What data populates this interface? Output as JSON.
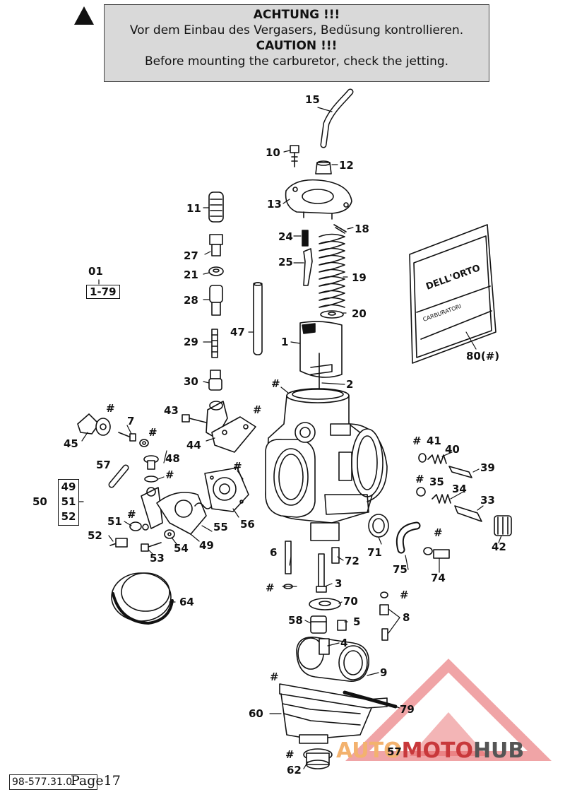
{
  "notice": {
    "de_title": "ACHTUNG !!!",
    "de_text": "Vor dem Einbau des Vergasers, Bedüsung kontrollieren.",
    "en_title": "CAUTION !!!",
    "en_text": "Before mounting the carburetor, check the jetting."
  },
  "labels": {
    "p15": "15",
    "p10": "10",
    "p12": "12",
    "p13": "13",
    "p11": "11",
    "p18": "18",
    "p24": "24",
    "p25": "25",
    "p19": "19",
    "p27": "27",
    "p21": "21",
    "p01": "01",
    "p1_79": "1-79",
    "p28": "28",
    "p20": "20",
    "p47": "47",
    "p1": "1",
    "p29": "29",
    "p80": "80(#)",
    "p30": "30",
    "p2": "2",
    "hash_2": "#",
    "p43": "43",
    "hash_44": "#",
    "p7": "7",
    "hash_7": "#",
    "hash_7b": "#",
    "p45": "45",
    "p44": "44",
    "hash_41": "#",
    "p41": "41",
    "p40": "40",
    "p39": "39",
    "p57": "57",
    "p48": "48",
    "hash_48": "#",
    "hash_56": "#",
    "p35": "35",
    "hash_35": "#",
    "p34": "34",
    "p33": "33",
    "p50": "50",
    "p49a": "49",
    "p51a": "51",
    "p52a": "52",
    "p55": "55",
    "p56": "56",
    "hash_51": "#",
    "p51": "51",
    "p52": "52",
    "p54": "54",
    "p49": "49",
    "p53": "53",
    "p42": "42",
    "p71": "71",
    "hash_74": "#",
    "p6": "6",
    "p72": "72",
    "p75": "75",
    "p74": "74",
    "hash_6": "#",
    "p3": "3",
    "p64": "64",
    "p70": "70",
    "hash_8": "#",
    "p58": "58",
    "p5": "5",
    "p8": "8",
    "p4": "4",
    "p9": "9",
    "hash_60": "#",
    "p60": "60",
    "p79": "79",
    "hash_62": "#",
    "p62": "62",
    "p57b": "57"
  },
  "footer": {
    "doc_number": "98-577.31.0",
    "page": "Page17"
  },
  "watermark": {
    "part1": "AUTO",
    "part2": "MOTO",
    "part3": "HUB"
  },
  "colors": {
    "notice_bg": "#d9d9d9",
    "watermark_red": "#c8383b",
    "watermark_orange": "#f3b26e",
    "watermark_grey": "#555555"
  }
}
